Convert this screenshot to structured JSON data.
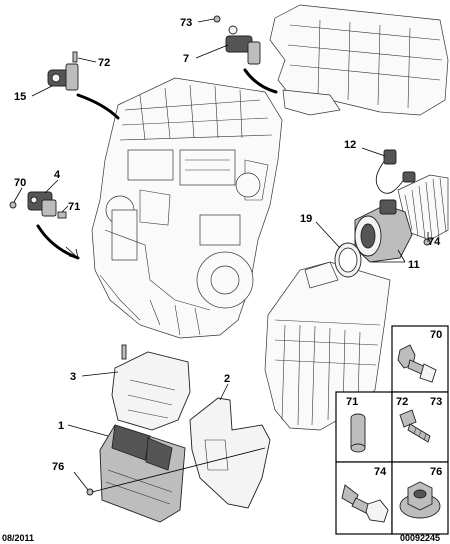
{
  "callouts": {
    "c73": "73",
    "c7": "7",
    "c72": "72",
    "c15": "15",
    "c70": "70",
    "c4": "4",
    "c71": "71",
    "c12": "12",
    "c19": "19",
    "c74": "74",
    "c11": "11",
    "c3": "3",
    "c2": "2",
    "c1": "1",
    "c76": "76"
  },
  "hardware_table": {
    "cell_70": "70",
    "cell_71": "71",
    "cell_72": "72",
    "cell_73": "73",
    "cell_74": "74",
    "cell_76": "76"
  },
  "footer": {
    "date": "08/2011",
    "reference": "00092245"
  }
}
